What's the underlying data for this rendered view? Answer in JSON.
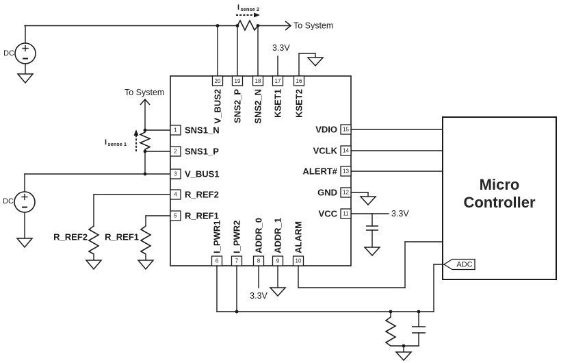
{
  "ic": {
    "top_pins": [
      {
        "num": "20",
        "name": "V_BUS2"
      },
      {
        "num": "19",
        "name": "SNS2_P"
      },
      {
        "num": "18",
        "name": "SNS2_N"
      },
      {
        "num": "17",
        "name": "KSET1"
      },
      {
        "num": "16",
        "name": "KSET2"
      }
    ],
    "left_pins": [
      {
        "num": "1",
        "name": "SNS1_N"
      },
      {
        "num": "2",
        "name": "SNS1_P"
      },
      {
        "num": "3",
        "name": "V_BUS1"
      },
      {
        "num": "4",
        "name": "R_REF2"
      },
      {
        "num": "5",
        "name": "R_REF1"
      }
    ],
    "right_pins": [
      {
        "num": "15",
        "name": "VDIO"
      },
      {
        "num": "14",
        "name": "VCLK"
      },
      {
        "num": "13",
        "name": "ALERT#"
      },
      {
        "num": "12",
        "name": "GND"
      },
      {
        "num": "11",
        "name": "VCC"
      }
    ],
    "bottom_pins": [
      {
        "num": "6",
        "name": "I_PWR1"
      },
      {
        "num": "7",
        "name": "I_PWR2"
      },
      {
        "num": "8",
        "name": "ADDR_0"
      },
      {
        "num": "9",
        "name": "ADDR_1"
      },
      {
        "num": "10",
        "name": "ALARM"
      }
    ]
  },
  "sources": {
    "dc1": {
      "label": "DC",
      "plus": "+",
      "minus": "−"
    },
    "dc2": {
      "label": "DC",
      "plus": "+",
      "minus": "−"
    }
  },
  "annotations": {
    "to_system_top": "To System",
    "to_system_left": "To System",
    "isense2": {
      "main": "I",
      "sub": "sense 2"
    },
    "isense1": {
      "main": "I",
      "sub": "sense 1"
    },
    "rail_3v3_kset1": "3.3V",
    "rail_3v3_vcc": "3.3V",
    "rail_3v3_addr0": "3.3V",
    "r_ref2_label": "R_REF2",
    "r_ref1_label": "R_REF1"
  },
  "microcontroller": {
    "line1": "Micro",
    "line2": "Controller",
    "adc_port": "ADC"
  },
  "colors": {
    "line": "#1a1a1a",
    "mc_text": "#262626",
    "background": "#ffffff"
  }
}
